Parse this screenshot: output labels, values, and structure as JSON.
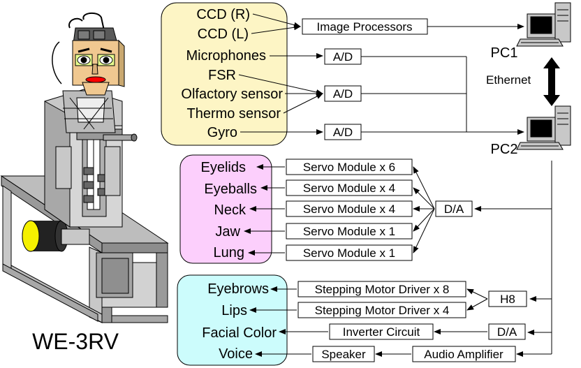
{
  "robot": {
    "name": "WE-3RV"
  },
  "sensors": [
    {
      "id": "ccd_r",
      "label": "CCD (R)"
    },
    {
      "id": "ccd_l",
      "label": "CCD (L)"
    },
    {
      "id": "mic",
      "label": "Microphones"
    },
    {
      "id": "fsr",
      "label": "FSR"
    },
    {
      "id": "olf",
      "label": "Olfactory sensor"
    },
    {
      "id": "thermo",
      "label": "Thermo sensor"
    },
    {
      "id": "gyro",
      "label": "Gyro"
    }
  ],
  "processing": {
    "image_processors": "Image Processors",
    "ad": [
      "A/D",
      "A/D",
      "A/D"
    ],
    "pc1": "PC1",
    "pc2": "PC2",
    "ethernet": "Ethernet"
  },
  "servo_group": {
    "outputs": [
      "Eyelids",
      "Eyeballs",
      "Neck",
      "Jaw",
      "Lung"
    ],
    "modules": [
      "Servo Module x 6",
      "Servo Module x 4",
      "Servo Module x 4",
      "Servo Module x 1",
      "Servo Module x 1"
    ],
    "da": "D/A"
  },
  "stepper_group": {
    "outputs": [
      "Eyebrows",
      "Lips",
      "Facial Color",
      "Voice"
    ],
    "drivers": [
      "Stepping Motor Driver x 8",
      "Stepping Motor Driver x 4"
    ],
    "h8": "H8",
    "inverter": "Inverter Circuit",
    "da": "D/A",
    "speaker": "Speaker",
    "audio_amp": "Audio Amplifier"
  },
  "colors": {
    "sensor_panel": "#fdf5c5",
    "servo_panel": "#fccffc",
    "stepper_panel": "#ccfcfc",
    "robot_gray": "#c4c4c4",
    "robot_dark": "#8a8a8a",
    "robot_yellow": "#f5f000",
    "skin": "#f0c890",
    "lips": "#ff0000"
  }
}
